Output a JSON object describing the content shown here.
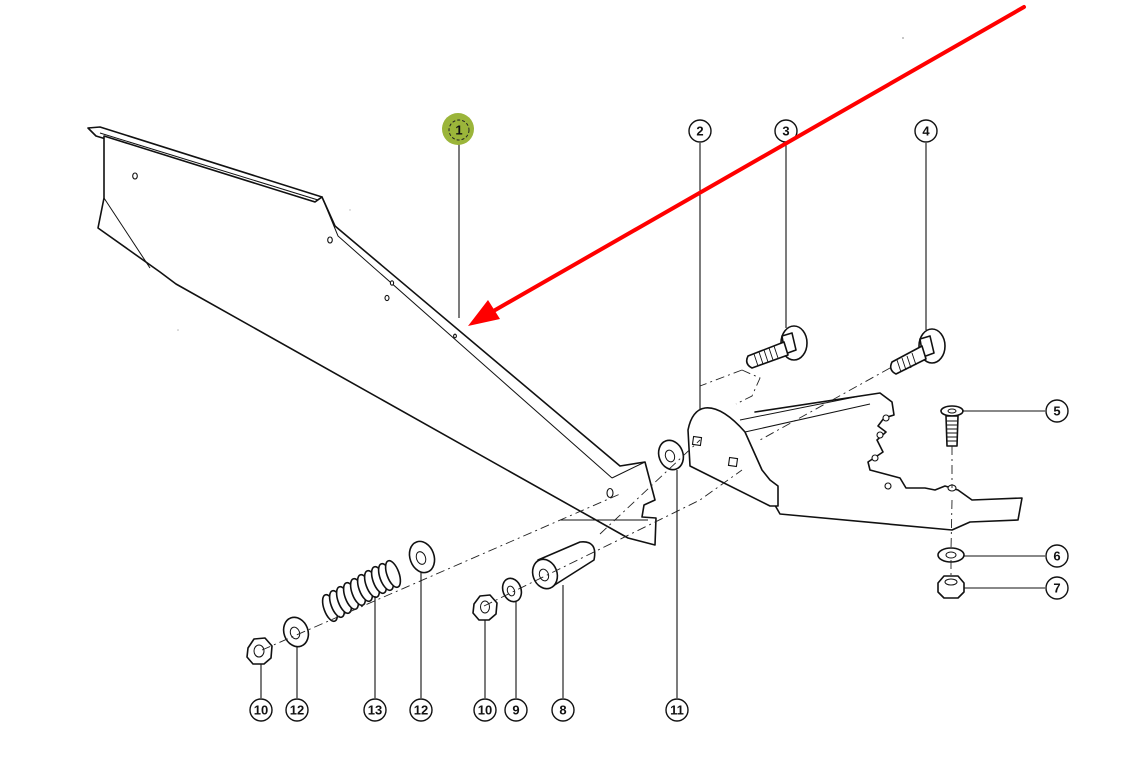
{
  "diagram": {
    "type": "exploded-parts-drawing",
    "highlight_color": "#9bb53a",
    "arrow_color": "#ff0000",
    "annotation": {
      "kind": "arrow",
      "points_to_part": "1"
    },
    "callouts": [
      {
        "id": "c1",
        "label": "1",
        "part": "blade-guard",
        "highlighted": true
      },
      {
        "id": "c2",
        "label": "2",
        "part": "knife-holder-bracket",
        "highlighted": false
      },
      {
        "id": "c3",
        "label": "3",
        "part": "carriage-bolt",
        "highlighted": false
      },
      {
        "id": "c4",
        "label": "4",
        "part": "carriage-bolt",
        "highlighted": false
      },
      {
        "id": "c5",
        "label": "5",
        "part": "countersunk-screw",
        "highlighted": false
      },
      {
        "id": "c6",
        "label": "6",
        "part": "washer",
        "highlighted": false
      },
      {
        "id": "c7",
        "label": "7",
        "part": "hex-nut",
        "highlighted": false
      },
      {
        "id": "c8",
        "label": "8",
        "part": "spacer-sleeve",
        "highlighted": false
      },
      {
        "id": "c9",
        "label": "9",
        "part": "washer",
        "highlighted": false
      },
      {
        "id": "c10a",
        "label": "10",
        "part": "hex-nut",
        "highlighted": false
      },
      {
        "id": "c10b",
        "label": "10",
        "part": "hex-nut",
        "highlighted": false
      },
      {
        "id": "c11",
        "label": "11",
        "part": "washer",
        "highlighted": false
      },
      {
        "id": "c12a",
        "label": "12",
        "part": "washer",
        "highlighted": false
      },
      {
        "id": "c12b",
        "label": "12",
        "part": "washer",
        "highlighted": false
      },
      {
        "id": "c13",
        "label": "13",
        "part": "compression-spring",
        "highlighted": false
      }
    ]
  }
}
